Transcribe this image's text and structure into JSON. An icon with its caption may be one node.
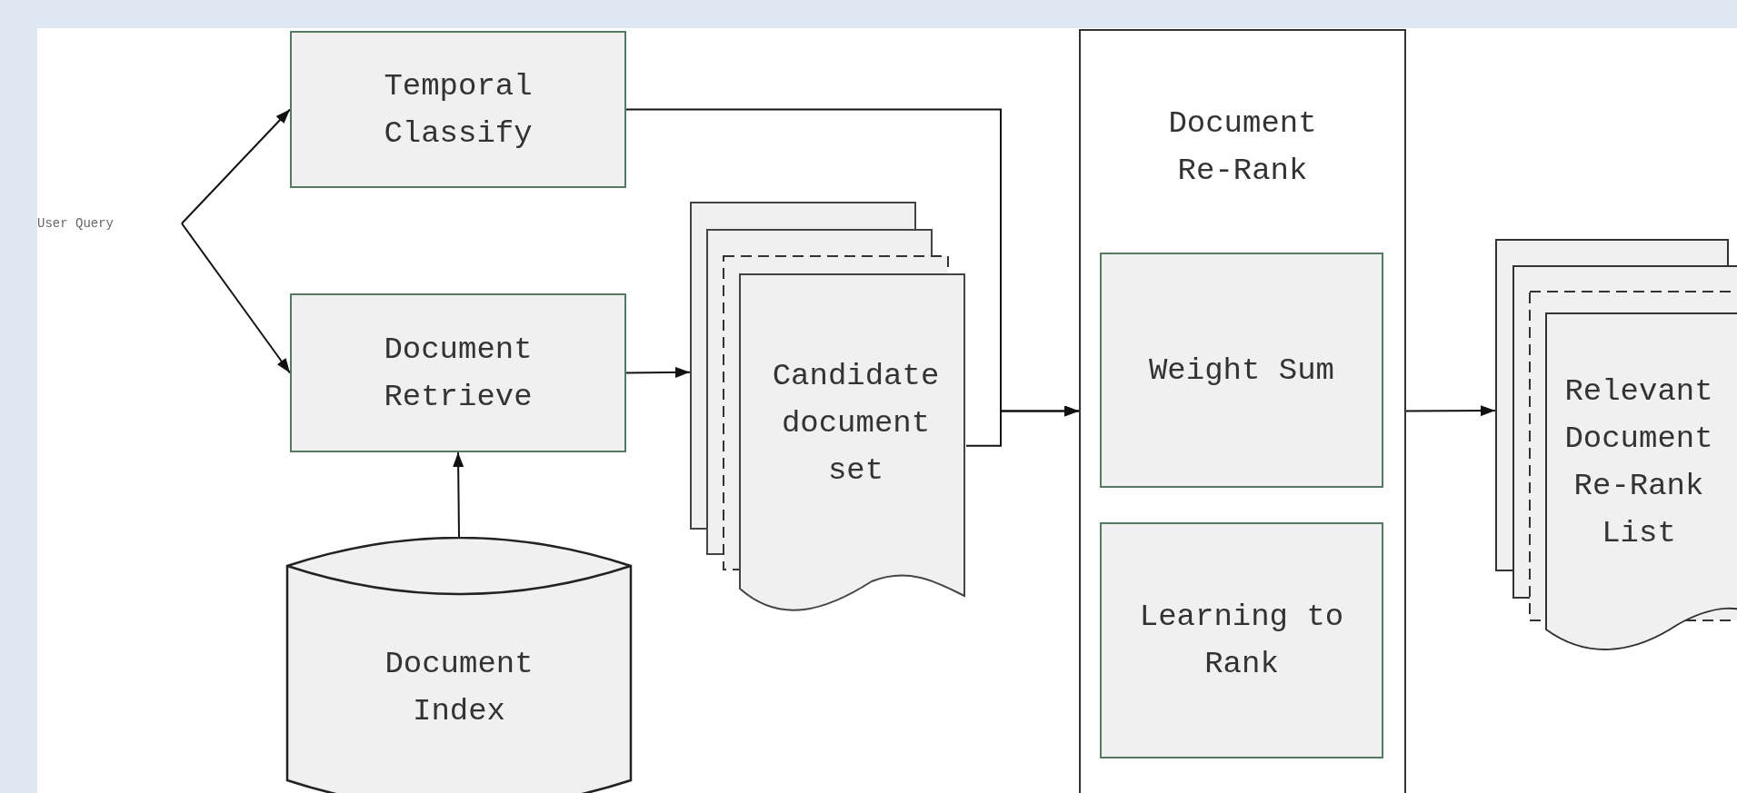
{
  "diagram": {
    "nodes": [
      {
        "text": [
          "User Query"
        ]
      },
      {
        "text": [
          "Temporal Classify"
        ]
      },
      {
        "text": [
          "Document Retrieve"
        ]
      },
      {
        "text": [
          "Document Index"
        ]
      },
      {
        "text": [
          "Candidate document set"
        ]
      },
      {
        "text": [
          "Document Re-Rank"
        ]
      },
      {
        "text": [
          "Weight Sum"
        ],
        "in": 5
      },
      {
        "text": [
          "Learning to Rank"
        ],
        "in": 5
      },
      {
        "text": [
          "Relevant Document Re-Rank List"
        ]
      }
    ],
    "edges": [
      {
        "from": 0,
        "to": 1,
        "arrow": "to"
      },
      {
        "from": 0,
        "to": 2,
        "arrow": "to"
      },
      {
        "from": 3,
        "to": 2,
        "arrow": "to"
      },
      {
        "from": 2,
        "to": 4,
        "arrow": "to"
      },
      {
        "from": 1,
        "to": 5,
        "arrow": "to"
      },
      {
        "from": 4,
        "to": 5,
        "arrow": "to"
      },
      {
        "from": 5,
        "to": 8,
        "arrow": "to"
      }
    ]
  }
}
